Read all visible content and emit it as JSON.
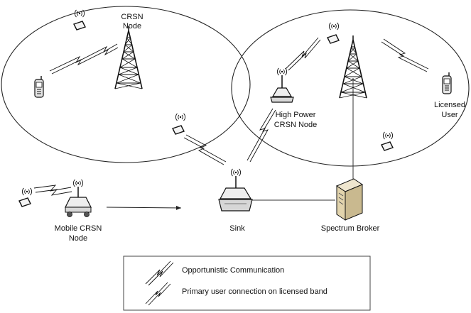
{
  "labels": {
    "crsn_node_1": "CRSN",
    "crsn_node_2": "Node",
    "high_power_1": "High Power",
    "high_power_2": "CRSN Node",
    "licensed_1": "Licensed",
    "licensed_2": "User",
    "mobile_1": "Mobile CRSN",
    "mobile_2": "Node",
    "sink": "Sink",
    "spectrum_broker": "Spectrum Broker"
  },
  "legend": {
    "opportunistic": "Opportunistic Communication",
    "primary": "Primary user connection on licensed band"
  }
}
